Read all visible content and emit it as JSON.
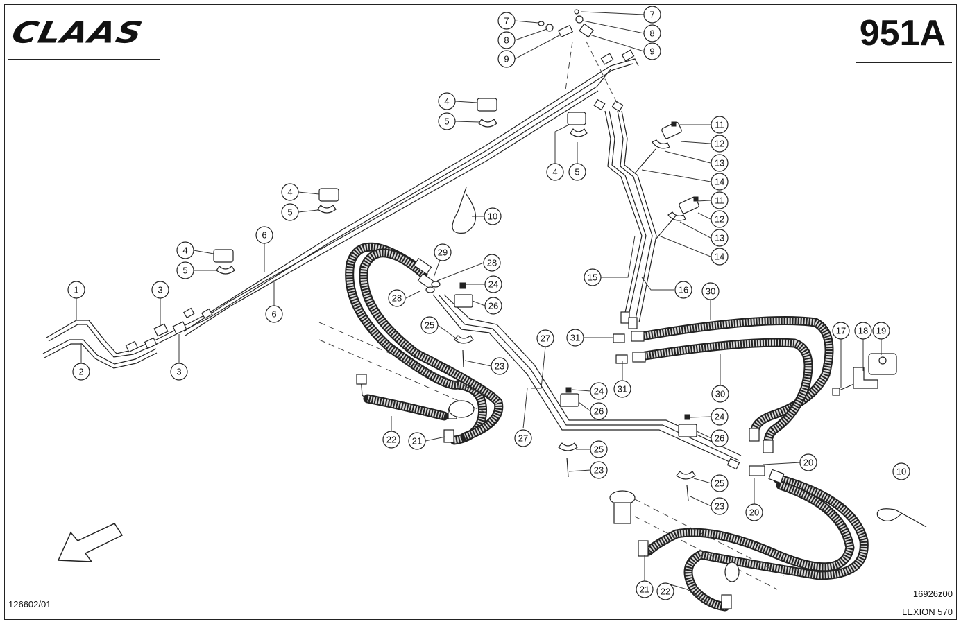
{
  "header": {
    "brand": "CLAAS",
    "sheet_number": "951A"
  },
  "footer": {
    "document_number": "126602/01",
    "drawing_number": "16926z00",
    "model": "LEXION 570"
  },
  "callouts": [
    "1",
    "2",
    "3",
    "3",
    "4",
    "4",
    "4",
    "4",
    "5",
    "5",
    "5",
    "5",
    "6",
    "6",
    "7",
    "7",
    "8",
    "8",
    "9",
    "9",
    "10",
    "10",
    "11",
    "11",
    "12",
    "12",
    "13",
    "13",
    "14",
    "14",
    "15",
    "16",
    "17",
    "18",
    "19",
    "20",
    "20",
    "21",
    "21",
    "22",
    "22",
    "23",
    "23",
    "23",
    "24",
    "24",
    "24",
    "25",
    "25",
    "25",
    "26",
    "26",
    "26",
    "27",
    "27",
    "28",
    "28",
    "29",
    "30",
    "30",
    "31",
    "31"
  ],
  "icons": {
    "direction": "arrow-down-left-icon"
  }
}
